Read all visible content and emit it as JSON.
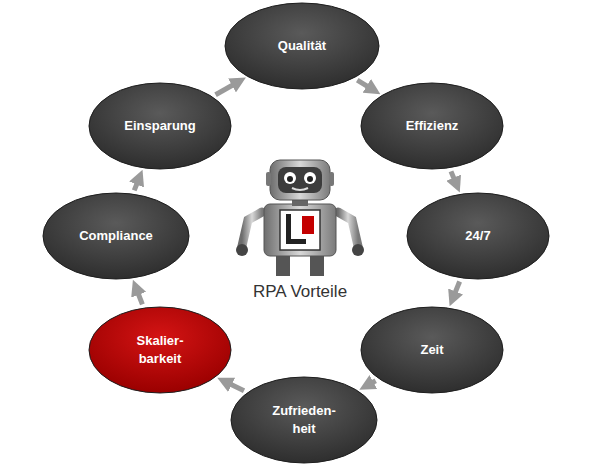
{
  "diagram": {
    "nodes": [
      {
        "text": [
          "Qualität"
        ]
      },
      {
        "text": [
          "Effizienz"
        ]
      },
      {
        "text": [
          "24/7"
        ]
      },
      {
        "text": [
          "Zeit"
        ]
      },
      {
        "text": [
          "Zufrieden- heit"
        ]
      },
      {
        "text": [
          "Skalier- barkeit"
        ]
      },
      {
        "text": [
          "Compliance"
        ]
      },
      {
        "text": [
          "Einsparung"
        ]
      }
    ],
    "edges": [
      {
        "from": 0,
        "to": 1,
        "arrow": "to"
      },
      {
        "from": 1,
        "to": 2,
        "arrow": "to"
      },
      {
        "from": 2,
        "to": 3,
        "arrow": "to"
      },
      {
        "from": 3,
        "to": 4,
        "arrow": "to"
      },
      {
        "from": 4,
        "to": 5,
        "arrow": "to"
      },
      {
        "from": 5,
        "to": 6,
        "arrow": "to"
      },
      {
        "from": 6,
        "to": 7,
        "arrow": "to"
      },
      {
        "from": 7,
        "to": 0,
        "arrow": "to"
      }
    ],
    "labels": [
      "RPA Vorteile"
    ]
  }
}
